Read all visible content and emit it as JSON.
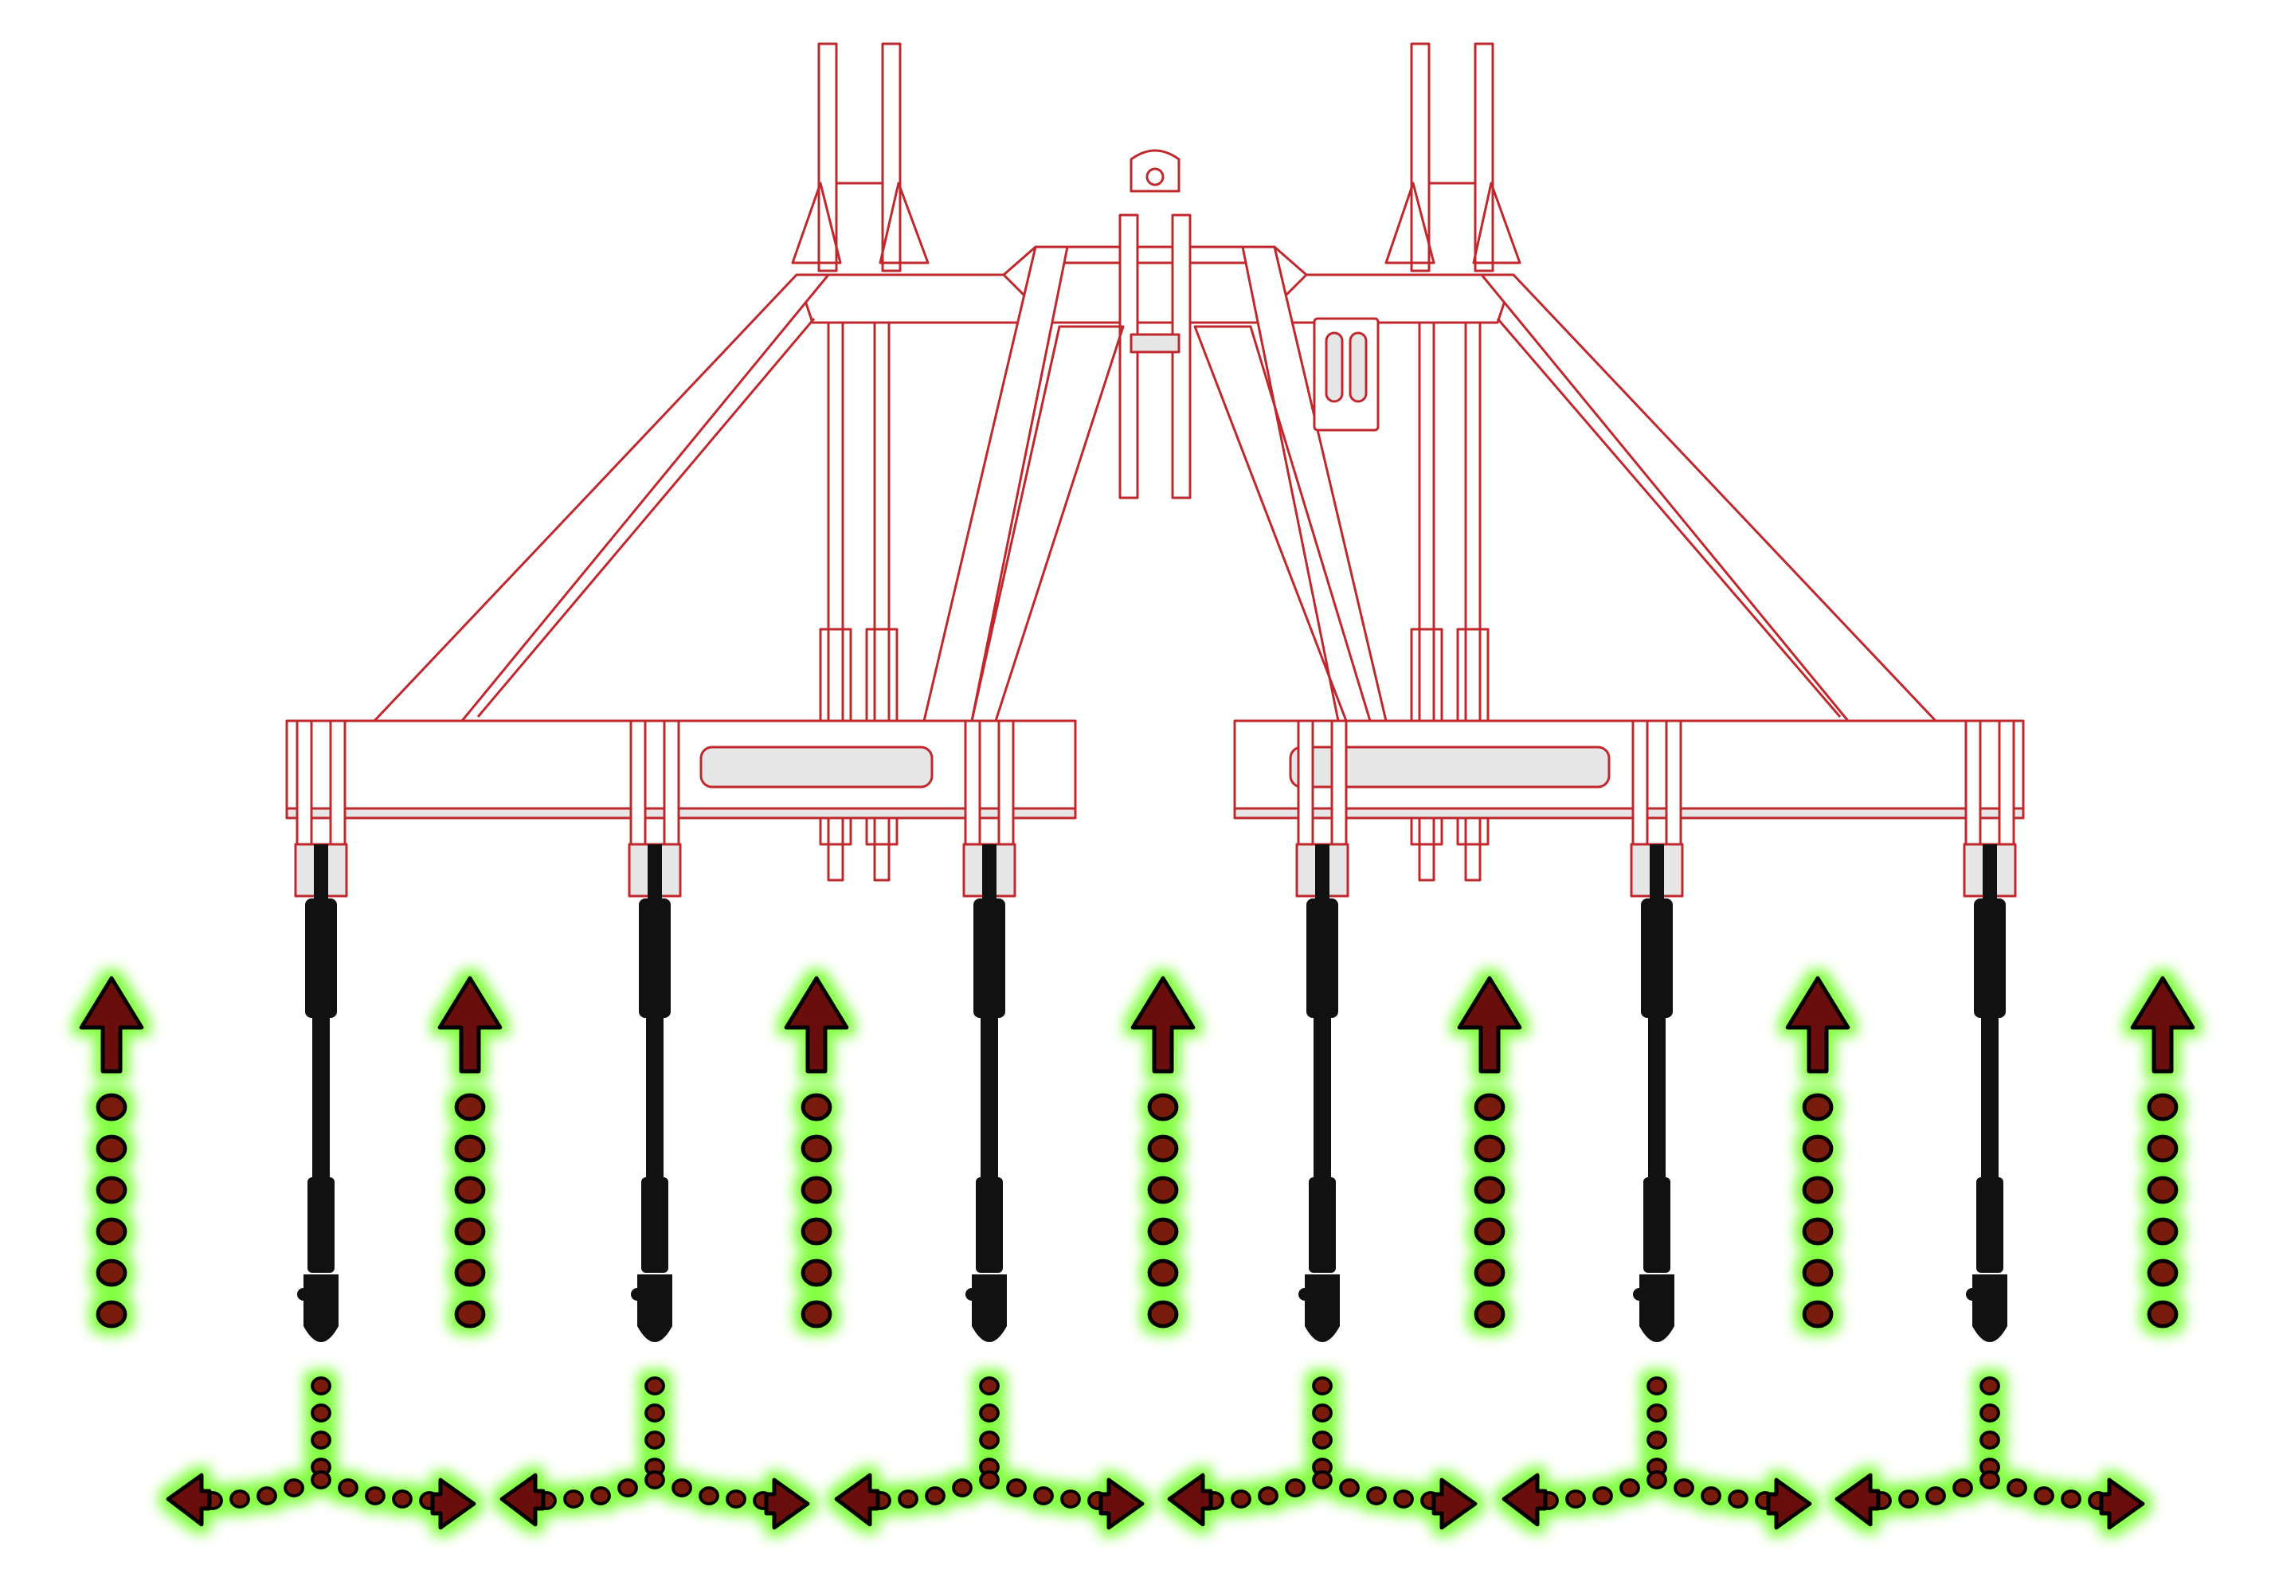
{
  "diagram": {
    "subject": "subsoiler-implement",
    "shank_count": 6,
    "upward_arrow_count": 7,
    "dots_per_upward_arrow": 6,
    "dots_per_fork_arm": 4,
    "colors": {
      "frame_line": "#c0282d",
      "frame_fill": "#ffffff",
      "frame_shade": "#e6e6e6",
      "shank": "#111111",
      "arrow_fill": "#6b0f0a",
      "dot_fill": "#7a1a10",
      "glow": "#7dff3a",
      "outline": "#000000",
      "background": "#ffffff"
    },
    "icons": {
      "shank": "shank-icon",
      "upward_arrow": "upward-arrow-icon",
      "fork_arrow": "fork-arrow-icon",
      "dot": "dot-icon"
    }
  }
}
